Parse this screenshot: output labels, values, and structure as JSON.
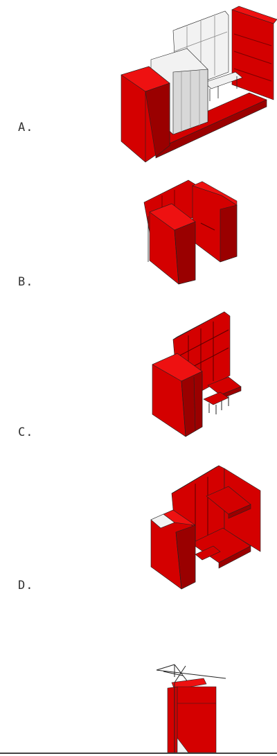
{
  "panels": [
    {
      "label": "A."
    },
    {
      "label": "B."
    },
    {
      "label": "C."
    },
    {
      "label": "D."
    }
  ],
  "colors": {
    "red_face": "#d40000",
    "red_top": "#ee1111",
    "red_dark": "#9a0000",
    "white_face": "#f2f2f2",
    "white_shade": "#d8d8d8",
    "outline": "#222222"
  }
}
